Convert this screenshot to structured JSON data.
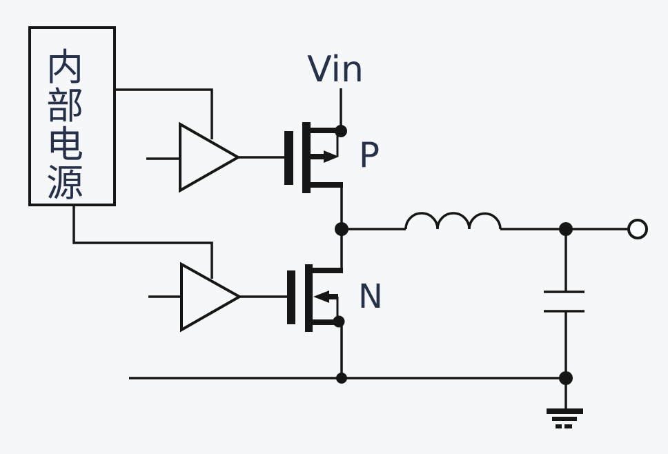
{
  "colors": {
    "background": "#f6f7f9",
    "line": "#161616",
    "label": "#273049"
  },
  "labels": {
    "input_voltage": "Vin",
    "pmos": "P",
    "nmos": "N"
  },
  "internal_supply_box": {
    "text": "内部电源",
    "chars": [
      "内",
      "部",
      "电",
      "源"
    ]
  },
  "icons": {
    "top_driver": "buffer-triangle-icon",
    "bottom_driver": "buffer-triangle-icon",
    "pmos": "pmos-transistor-icon",
    "nmos": "nmos-transistor-icon",
    "inductor": "inductor-coil-icon",
    "capacitor": "capacitor-icon",
    "ground": "ground-icon",
    "output_terminal": "open-circle-terminal-icon"
  }
}
